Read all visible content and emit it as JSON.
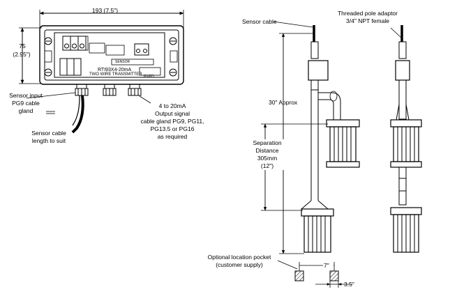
{
  "transmitter": {
    "width_label": "193 (7.5\")",
    "height_label_1": "75",
    "height_label_2": "(2.95\")",
    "product_label": "RTI93X4-20mA",
    "product_sub": "TWO WIRE TRANSMITTER",
    "corner_text": "FIXED",
    "terminal_text": "SENSOR",
    "input_gland_1": "Sensor input",
    "input_gland_2": "PG9 cable",
    "input_gland_3": "gland",
    "sensor_cable_1": "Sensor cable",
    "sensor_cable_2": "length to suit",
    "output_1": "4 to 20mA",
    "output_2": "Output signal",
    "output_3": "cable gland PG9, PG11,",
    "output_4": "PG13.5 or PG16",
    "output_5": "as required"
  },
  "sensor": {
    "cable_label": "Sensor cable",
    "adaptor_1": "Threaded pole adaptor",
    "adaptor_2": "3/4\" NPT female",
    "approx_label": "30\" Approx",
    "sep_1": "Separation",
    "sep_2": "Distance",
    "sep_3": "305mm",
    "sep_4": "(12\")",
    "pocket_1": "Optional location pocket",
    "pocket_2": "(customer supply)",
    "width_7": "7\"",
    "width_35": "3.5\""
  }
}
